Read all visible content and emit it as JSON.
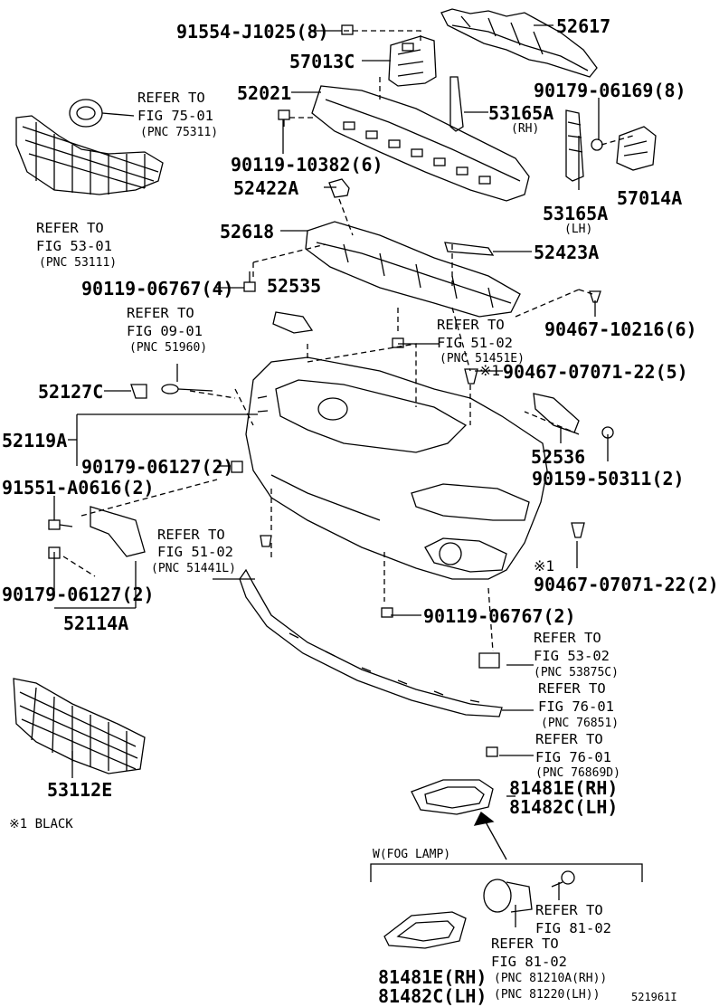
{
  "labels": {
    "p91554": "91554-J1025(8)",
    "p52617": "52617",
    "p57013C": "57013C",
    "p52021": "52021",
    "p90179_06169": "90179-06169(8)",
    "p53165A_rh": "53165A",
    "rh": "(RH)",
    "p90119_10382": "90119-10382(6)",
    "p52422A": "52422A",
    "p53165A_lh": "53165A",
    "lh": "(LH)",
    "p57014A": "57014A",
    "p52618": "52618",
    "p52423A": "52423A",
    "p90119_06767_4": "90119-06767(4)",
    "p52535": "52535",
    "p90467_10216": "90467-10216(6)",
    "p52127C": "52127C",
    "p90467_07071_5": "90467-07071-22(5)",
    "p52119A": "52119A",
    "p52536": "52536",
    "p90179_06127_2a": "90179-06127(2)",
    "p90159_50311": "90159-50311(2)",
    "p91551": "91551-A0616(2)",
    "p90467_07071_2": "90467-07071-22(2)",
    "p90179_06127_2b": "90179-06127(2)",
    "p52114A": "52114A",
    "p90119_06767_2": "90119-06767(2)",
    "p53112E": "53112E",
    "p81481E_a": "81481E(RH)",
    "p81482C_a": "81482C(LH)",
    "p81481E_b": "81481E(RH)",
    "p81482C_b": "81482C(LH)",
    "note1": "※1",
    "note2": "※1",
    "black_note": "※1 BLACK",
    "fog_lamp": "W(FOG LAMP)",
    "code": "521961I"
  },
  "refs": {
    "r75_1": "REFER TO",
    "r75_2": "FIG 75-01",
    "r75_3": "(PNC 75311)",
    "r53_1": "REFER TO",
    "r53_2": "FIG 53-01",
    "r53_3": "(PNC 53111)",
    "r09_1": "REFER TO",
    "r09_2": "FIG 09-01",
    "r09_3": "(PNC 51960)",
    "r51a_1": "REFER TO",
    "r51a_2": "FIG 51-02",
    "r51a_3": "(PNC 51451E)",
    "r51b_1": "REFER TO",
    "r51b_2": "FIG 51-02",
    "r51b_3": "(PNC 51441L)",
    "r5302_1": "REFER TO",
    "r5302_2": "FIG 53-02",
    "r5302_3": "(PNC 53875C)",
    "r76a_1": "REFER TO",
    "r76a_2": "FIG 76-01",
    "r76a_3": "(PNC 76851)",
    "r76b_1": "REFER TO",
    "r76b_2": "FIG 76-01",
    "r76b_3": "(PNC 76869D)",
    "r81a_1": "REFER TO",
    "r81a_2": "FIG 81-02",
    "r81b_1": "REFER TO",
    "r81b_2": "FIG 81-02",
    "r81b_3": "(PNC 81210A(RH))",
    "r81b_4": "(PNC 81220(LH))"
  }
}
